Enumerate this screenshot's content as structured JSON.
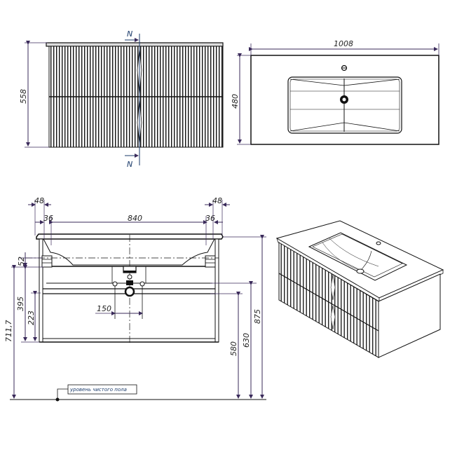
{
  "drawing": {
    "front_view": {
      "height_label": "558",
      "section_marker_top": "N",
      "section_marker_bottom": "N"
    },
    "top_view": {
      "width_label": "1008",
      "depth_label": "480"
    },
    "section_view": {
      "left_outer_label": "48",
      "left_inner_label": "36",
      "center_width_label": "840",
      "right_inner_label": "36",
      "right_outer_label": "48",
      "basin_offset_label": "52",
      "drawer_height_label": "395",
      "lower_drawer_label": "223",
      "floor_to_top_label": "711,7",
      "drain_spacing_label": "150",
      "height_580_label": "580",
      "height_630_label": "630",
      "height_875_label": "875",
      "floor_note": "уровень чистого пола"
    },
    "isometric_view": {
      "description": "3D view of fluted vanity cabinet with integrated basin"
    },
    "colors": {
      "line": "#111111",
      "dimension": "#3a2a5a",
      "axis": "#1a3a6a"
    }
  }
}
